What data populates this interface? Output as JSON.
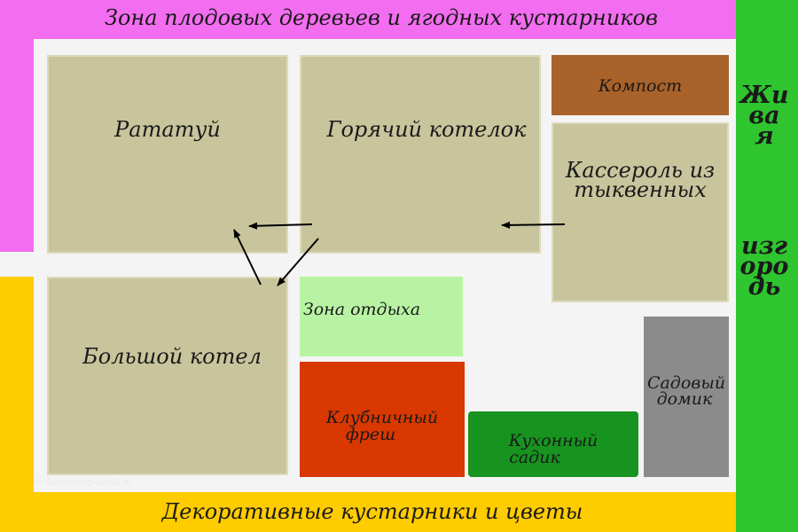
{
  "zones": {
    "top": "Зона плодовых деревьев и ягодных кустарников",
    "bottom": "Декоративные  кустарники и цветы",
    "hedge_line1": "Живая",
    "hedge_line2": "изгородь"
  },
  "beds": {
    "ratatouille": "Рататуй",
    "hotpot": "Горячий котелок",
    "casserole_line1": "Кассероль из",
    "casserole_line2": "тыквенных",
    "big_pot": "Большой котел"
  },
  "areas": {
    "compost": "Компост",
    "rest": "Зона отдыха",
    "strawberry_line1": "Клубничный",
    "strawberry_line2": "фреш",
    "kitchen_line1": "Кухонный",
    "kitchen_line2": "садик",
    "shed_line1": "Садовый",
    "shed_line2": "домик"
  },
  "watermark": "© Gardening-world.ru",
  "colors": {
    "fruit_zone": "#f36df0",
    "decorative_zone": "#ffcc00",
    "hedge": "#2fc52f",
    "bed": "#c8c59d",
    "compost": "#a9622a",
    "rest": "#b8f3a4",
    "strawberry": "#d93800",
    "kitchen": "#17931f",
    "shed": "#8b8b8b"
  }
}
